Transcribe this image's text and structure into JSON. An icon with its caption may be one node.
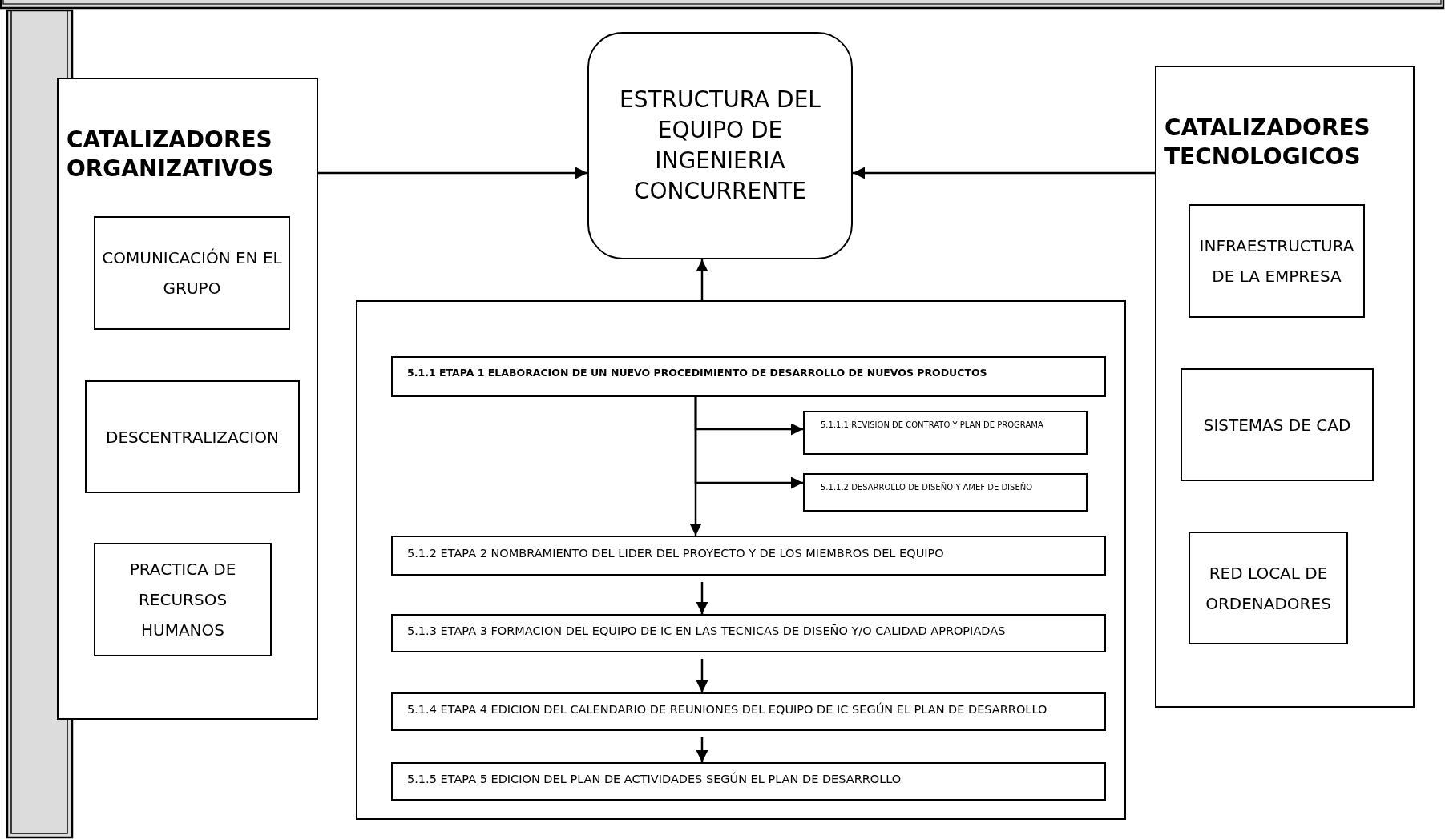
{
  "diagram": {
    "nodes": [
      {
        "text": [
          "CATALIZADORES ORGANIZATIVOS"
        ]
      },
      {
        "text": [
          "COMUNICACIÓN EN EL GRUPO"
        ],
        "in": 0
      },
      {
        "text": [
          "DESCENTRALIZACION"
        ],
        "in": 0
      },
      {
        "text": [
          "PRACTICA DE RECURSOS HUMANOS"
        ],
        "in": 0
      },
      {
        "text": [
          "ESTRUCTURA DEL EQUIPO DE INGENIERIA CONCURRENTE"
        ]
      },
      {
        "text": [
          "CATALIZADORES TECNOLOGICOS"
        ]
      },
      {
        "text": [
          "INFRAESTRUCTURA DE LA EMPRESA"
        ],
        "in": 5
      },
      {
        "text": [
          "SISTEMAS DE CAD"
        ],
        "in": 5
      },
      {
        "text": [
          "RED LOCAL DE ORDENADORES"
        ],
        "in": 5
      },
      {
        "text": [],
        "shape": "box"
      },
      {
        "text": [
          "5.1.1 ETAPA 1 ELABORACION DE UN NUEVO PROCEDIMIENTO DE DESARROLLO DE NUEVOS PRODUCTOS"
        ],
        "in": 9
      },
      {
        "text": [
          "5.1.1.1 REVISION DE CONTRATO Y PLAN DE PROGRAMA"
        ],
        "in": 9
      },
      {
        "text": [
          "5.1.1.2 DESARROLLO DE DISEÑO Y AMEF DE DISEÑO"
        ],
        "in": 9
      },
      {
        "text": [
          "5.1.2 ETAPA 2 NOMBRAMIENTO DEL LIDER DEL PROYECTO Y DE LOS MIEMBROS DEL EQUIPO"
        ],
        "in": 9
      },
      {
        "text": [
          "5.1.3 ETAPA 3 FORMACION DEL EQUIPO DE IC EN LAS TECNICAS DE DISEÑO Y/O CALIDAD APROPIADAS"
        ],
        "in": 9
      },
      {
        "text": [
          "5.1.4 ETAPA 4 EDICION DEL CALENDARIO DE REUNIONES DEL EQUIPO DE IC SEGÚN EL PLAN DE DESARROLLO"
        ],
        "in": 9
      },
      {
        "text": [
          "5.1.5 ETAPA 5 EDICION DEL PLAN DE ACTIVIDADES SEGÚN EL PLAN DE DESARROLLO"
        ],
        "in": 9
      }
    ],
    "edges": [
      {
        "from": 0,
        "to": 4,
        "arrow": "to"
      },
      {
        "from": 5,
        "to": 4,
        "arrow": "to"
      },
      {
        "from": 9,
        "to": 4,
        "arrow": "to"
      },
      {
        "from": 10,
        "to": 11,
        "arrow": "to"
      },
      {
        "from": 10,
        "to": 12,
        "arrow": "to"
      },
      {
        "from": 10,
        "to": 13,
        "arrow": "to"
      },
      {
        "from": 13,
        "to": 14,
        "arrow": "to"
      },
      {
        "from": 14,
        "to": 15,
        "arrow": "to"
      },
      {
        "from": 15,
        "to": 16,
        "arrow": "to"
      }
    ]
  }
}
